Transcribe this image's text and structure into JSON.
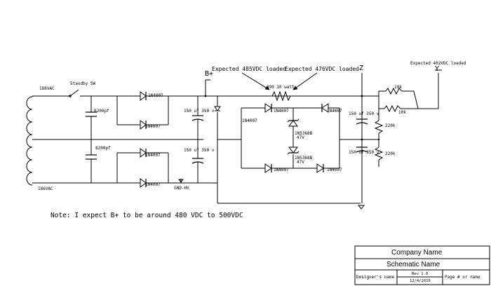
{
  "labels": {
    "ac_top": "186VAC",
    "ac_bottom": "186VAC",
    "standby_sw": "Standby SW",
    "cap_top": "8200pf",
    "cap_bottom": "8200pf",
    "d1": "1N4007",
    "d2": "1N4007",
    "d3": "1N4007",
    "d4": "1N4007",
    "gnd": "GND-HV",
    "cap150_top": "150 uf 350 v",
    "cap150_bot": "150 uf 350 v",
    "bplus": "B+",
    "exp485": "Expected 485VDC loaded",
    "exp476": "Expected 476VDC loaded",
    "res390": "390  10 watt",
    "znode": "Z",
    "db1": "1N4007",
    "db2": "1N4007",
    "db3": "1N4007",
    "db4": "1N4007",
    "db5": "1N4007",
    "zen1": "1N5368B",
    "zen1v": "47V",
    "zen2": "1N5368B",
    "zen2v": "47V",
    "rcap_top": "150 uf 350 v",
    "rcap_bot": "150 uf 350 v",
    "r10k_a": "10k",
    "r10k_b": "10k",
    "r220k_a": "220k",
    "r220k_b": "220k",
    "exp402": "Expected 402VDC loaded",
    "ynode": "Y",
    "note": "Note: I expect B+ to be around 480 VDC to 500VDC"
  },
  "title_block": {
    "company": "Company Name",
    "schematic": "Schematic Name",
    "designer": "Designer's name",
    "rev": "Rev 1.0",
    "date": "12/4/2016",
    "page": "Page # or name"
  }
}
